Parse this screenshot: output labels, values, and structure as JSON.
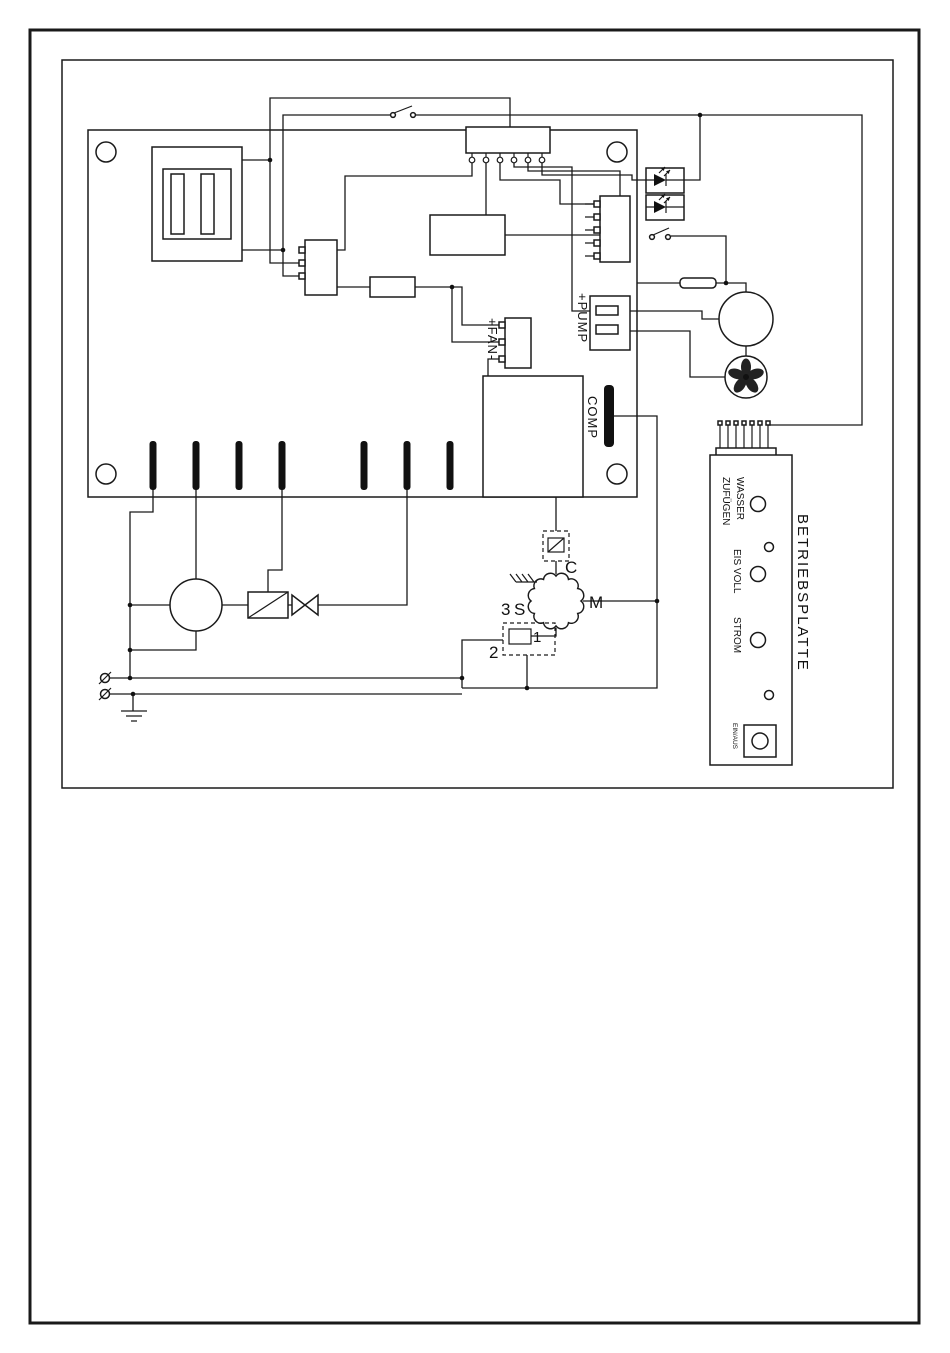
{
  "diagram": {
    "board_labels": {
      "fan": "+FAN-",
      "pump": "+PUMP",
      "comp": "COMP"
    },
    "compressor": {
      "c": "C",
      "s": "S",
      "m": "M",
      "t1": "1",
      "t2": "2",
      "t3": "3"
    },
    "panel": {
      "title": "BETRIEBSPLATTE",
      "water1": "WASSER",
      "water2": "ZUFÜGEN",
      "ice": "EIS VOLL",
      "power": "STROM",
      "onoff": "EIN/AUS"
    }
  }
}
